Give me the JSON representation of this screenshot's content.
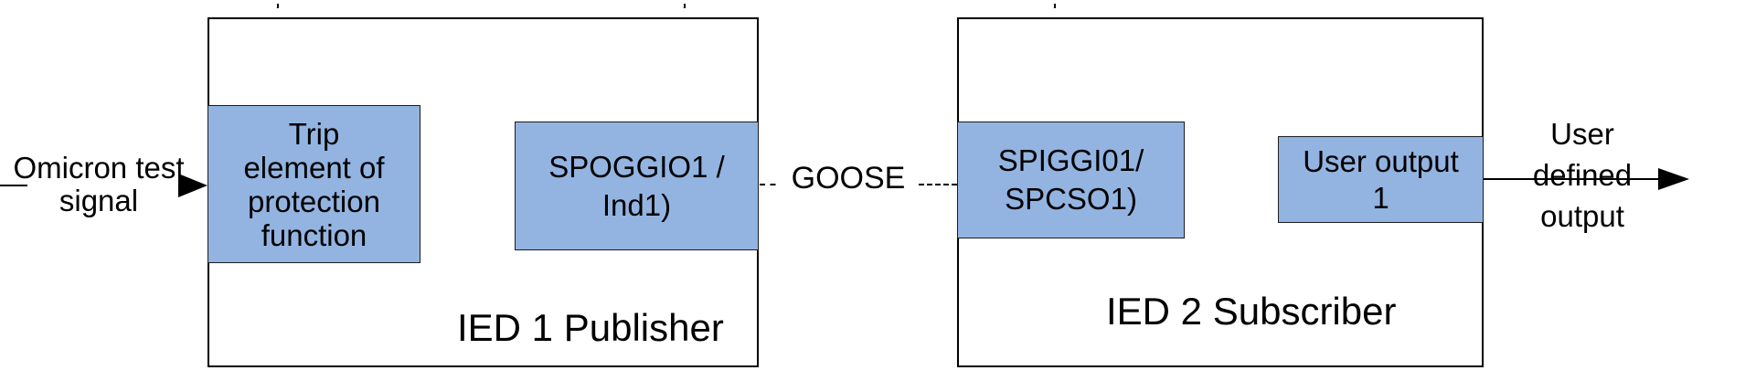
{
  "diagram": {
    "type": "block-diagram",
    "colors": {
      "background": "#ffffff",
      "block_fill": "#93B4E1",
      "block_border": "#1c1c1c",
      "line": "#000000",
      "text": "#000000"
    },
    "input_signal": {
      "line1": "Omicron",
      "line2": "test signal"
    },
    "ied1": {
      "title": "IED 1 Publisher",
      "blocks": [
        {
          "id": "trip-element",
          "lines": [
            "Trip",
            "element of",
            "protection",
            "function"
          ]
        },
        {
          "id": "spoggio",
          "lines": [
            "SPOGGIO1 /",
            "Ind1)"
          ]
        }
      ]
    },
    "link": {
      "label": "GOOSE",
      "style": "dashed"
    },
    "ied2": {
      "title": "IED 2 Subscriber",
      "blocks": [
        {
          "id": "spiggi",
          "lines": [
            "SPIGGI01/",
            "SPCSO1)"
          ]
        },
        {
          "id": "user-output",
          "lines": [
            "User output",
            "1"
          ]
        }
      ]
    },
    "output_signal": {
      "line1": "User",
      "line2": "defined",
      "line3": "output"
    },
    "top_edge_artifacts": {
      "note": "cropped descender fragments of text line above the figure",
      "count": 3
    }
  }
}
